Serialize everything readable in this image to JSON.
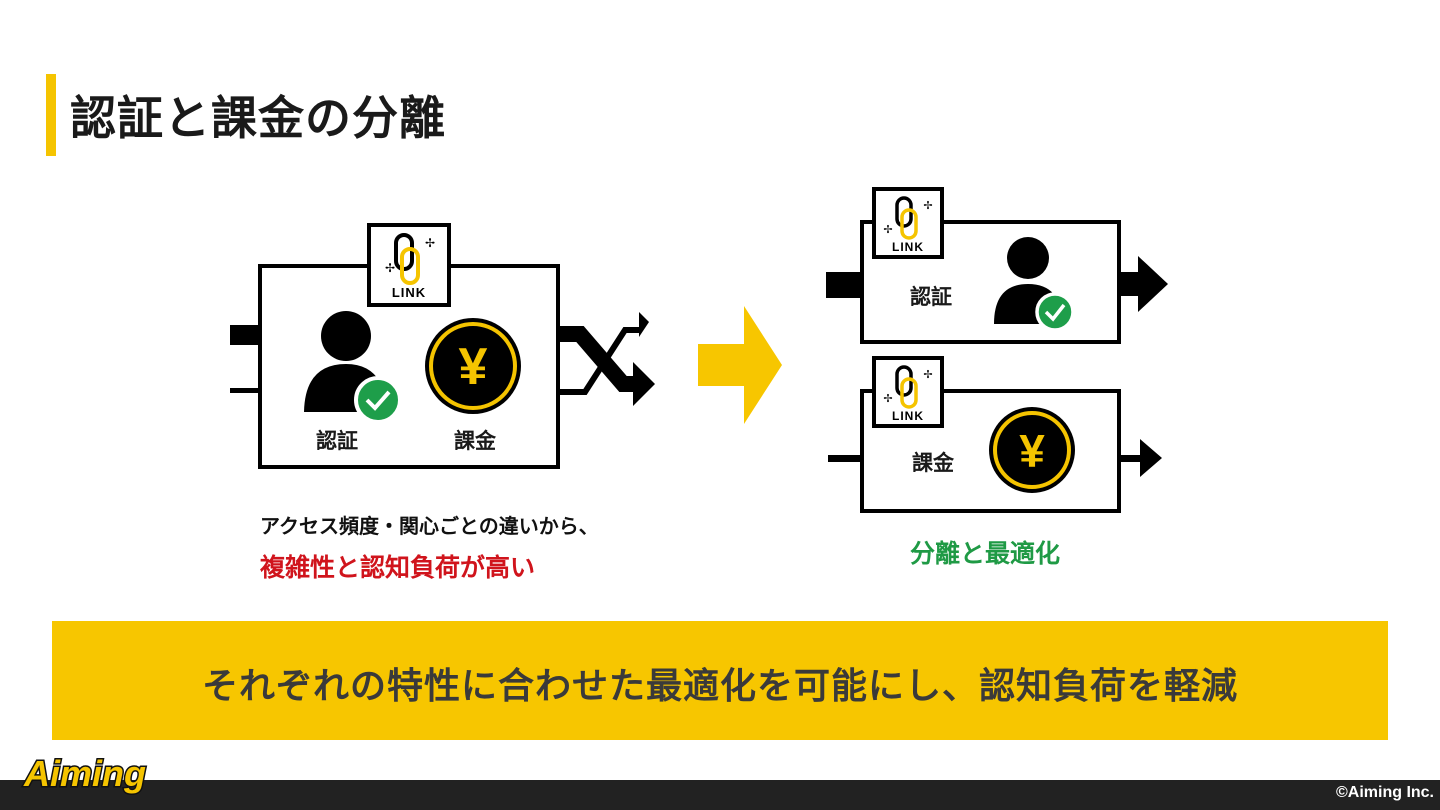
{
  "title": "認証と課金の分離",
  "left_box": {
    "link_label": "LINK",
    "auth_label": "認証",
    "billing_label": "課金",
    "yen": "¥"
  },
  "right_auth_box": {
    "link_label": "LINK",
    "label": "認証"
  },
  "right_billing_box": {
    "link_label": "LINK",
    "label": "課金",
    "yen": "¥"
  },
  "notes": {
    "left_line1": "アクセス頻度・関心ごとの違いから、",
    "left_line2": "複雑性と認知負荷が高い",
    "right": "分離と最適化"
  },
  "banner": "それぞれの特性に合わせた最適化を可能にし、認知負荷を軽減",
  "logo": "Aiming",
  "copyright": "©Aiming Inc.",
  "colors": {
    "accent_yellow": "#f7c600",
    "red": "#d0141c",
    "green": "#1f9a45",
    "check_green": "#1e9e4a"
  }
}
